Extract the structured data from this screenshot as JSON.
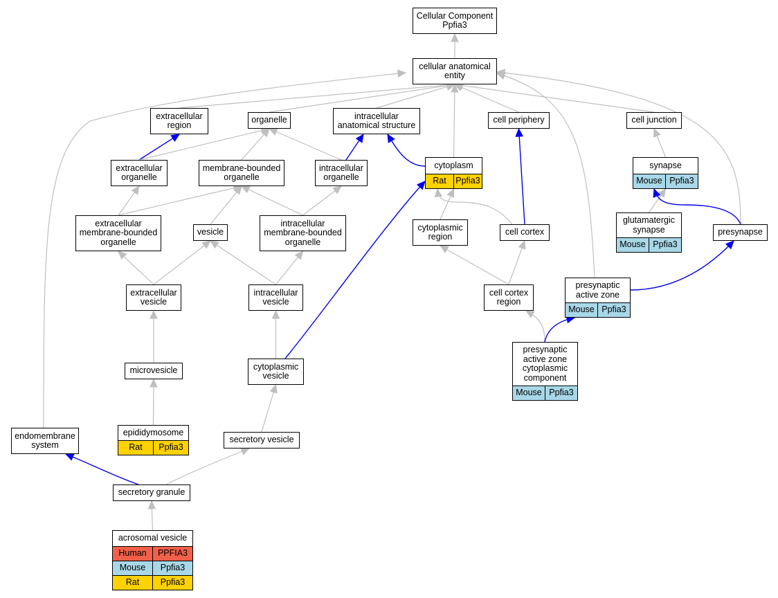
{
  "colors": {
    "gray_edge": "#bfbfbf",
    "blue_edge": "#0000ee",
    "Human": "#f0604a",
    "Mouse": "#a8d8e8",
    "Rat": "#ffd200"
  },
  "nodes": [
    {
      "id": "cc",
      "label": "Cellular Component\nPpfia3"
    },
    {
      "id": "cae",
      "label": "cellular anatomical\nentity"
    },
    {
      "id": "er",
      "label": "extracellular\nregion"
    },
    {
      "id": "org",
      "label": "organelle"
    },
    {
      "id": "ias",
      "label": "intracellular\nanatomical structure"
    },
    {
      "id": "cp",
      "label": "cell periphery"
    },
    {
      "id": "cj",
      "label": "cell junction"
    },
    {
      "id": "eo",
      "label": "extracellular\norganelle"
    },
    {
      "id": "mbo",
      "label": "membrane-bounded\norganelle"
    },
    {
      "id": "io",
      "label": "intracellular\norganelle"
    },
    {
      "id": "cyt",
      "label": "cytoplasm",
      "rows": [
        {
          "species": "Rat",
          "gene": "Ppfia3"
        }
      ]
    },
    {
      "id": "syn",
      "label": "synapse",
      "rows": [
        {
          "species": "Mouse",
          "gene": "Ppfia3"
        }
      ]
    },
    {
      "id": "embo",
      "label": "extracellular\nmembrane-bounded\norganelle"
    },
    {
      "id": "ves",
      "label": "vesicle"
    },
    {
      "id": "imbo",
      "label": "intracellular\nmembrane-bounded\norganelle"
    },
    {
      "id": "cr",
      "label": "cytoplasmic\nregion"
    },
    {
      "id": "cco",
      "label": "cell cortex"
    },
    {
      "id": "gs",
      "label": "glutamatergic\nsynapse",
      "rows": [
        {
          "species": "Mouse",
          "gene": "Ppfia3"
        }
      ]
    },
    {
      "id": "pre",
      "label": "presynapse"
    },
    {
      "id": "ev",
      "label": "extracellular\nvesicle"
    },
    {
      "id": "iv",
      "label": "intracellular\nvesicle"
    },
    {
      "id": "ccr",
      "label": "cell cortex\nregion"
    },
    {
      "id": "paz",
      "label": "presynaptic\nactive zone",
      "rows": [
        {
          "species": "Mouse",
          "gene": "Ppfia3"
        }
      ]
    },
    {
      "id": "mv",
      "label": "microvesicle"
    },
    {
      "id": "cv",
      "label": "cytoplasmic\nvesicle"
    },
    {
      "id": "pazcc",
      "label": "presynaptic\nactive zone\ncytoplasmic\ncomponent",
      "rows": [
        {
          "species": "Mouse",
          "gene": "Ppfia3"
        }
      ]
    },
    {
      "id": "epi",
      "label": "epididymosome",
      "rows": [
        {
          "species": "Rat",
          "gene": "Ppfia3"
        }
      ]
    },
    {
      "id": "ems",
      "label": "endomembrane\nsystem"
    },
    {
      "id": "sv",
      "label": "secretory vesicle"
    },
    {
      "id": "sg",
      "label": "secretory granule"
    },
    {
      "id": "acr",
      "label": "acrosomal vesicle",
      "rows": [
        {
          "species": "Human",
          "gene": "PPFIA3"
        },
        {
          "species": "Mouse",
          "gene": "Ppfia3"
        },
        {
          "species": "Rat",
          "gene": "Ppfia3"
        }
      ]
    }
  ],
  "edges": [
    {
      "from": "cae",
      "to": "cc",
      "color": "gray"
    },
    {
      "from": "er",
      "to": "cae",
      "color": "gray"
    },
    {
      "from": "org",
      "to": "cae",
      "color": "gray"
    },
    {
      "from": "ias",
      "to": "cae",
      "color": "gray"
    },
    {
      "from": "cp",
      "to": "cae",
      "color": "gray"
    },
    {
      "from": "cj",
      "to": "cae",
      "color": "gray"
    },
    {
      "from": "cyt",
      "to": "cae",
      "color": "gray"
    },
    {
      "from": "ems",
      "to": "cae",
      "color": "gray"
    },
    {
      "from": "paz",
      "to": "cae",
      "color": "gray"
    },
    {
      "from": "pre",
      "to": "cae",
      "color": "gray"
    },
    {
      "from": "eo",
      "to": "er",
      "color": "blue"
    },
    {
      "from": "eo",
      "to": "org",
      "color": "gray"
    },
    {
      "from": "mbo",
      "to": "org",
      "color": "gray"
    },
    {
      "from": "io",
      "to": "org",
      "color": "gray"
    },
    {
      "from": "io",
      "to": "ias",
      "color": "blue"
    },
    {
      "from": "cyt",
      "to": "ias",
      "color": "blue"
    },
    {
      "from": "cco",
      "to": "cp",
      "color": "blue"
    },
    {
      "from": "syn",
      "to": "cj",
      "color": "gray"
    },
    {
      "from": "embo",
      "to": "eo",
      "color": "gray"
    },
    {
      "from": "embo",
      "to": "mbo",
      "color": "gray"
    },
    {
      "from": "ves",
      "to": "mbo",
      "color": "gray"
    },
    {
      "from": "imbo",
      "to": "mbo",
      "color": "gray"
    },
    {
      "from": "imbo",
      "to": "io",
      "color": "gray"
    },
    {
      "from": "cr",
      "to": "cyt",
      "color": "gray"
    },
    {
      "from": "cco",
      "to": "cyt",
      "color": "gray"
    },
    {
      "from": "cv",
      "to": "cyt",
      "color": "blue"
    },
    {
      "from": "gs",
      "to": "syn",
      "color": "gray"
    },
    {
      "from": "pre",
      "to": "syn",
      "color": "blue"
    },
    {
      "from": "ev",
      "to": "embo",
      "color": "gray"
    },
    {
      "from": "ev",
      "to": "ves",
      "color": "gray"
    },
    {
      "from": "iv",
      "to": "ves",
      "color": "gray"
    },
    {
      "from": "iv",
      "to": "imbo",
      "color": "gray"
    },
    {
      "from": "ccr",
      "to": "cr",
      "color": "gray"
    },
    {
      "from": "ccr",
      "to": "cco",
      "color": "gray"
    },
    {
      "from": "paz",
      "to": "pre",
      "color": "blue"
    },
    {
      "from": "mv",
      "to": "ev",
      "color": "gray"
    },
    {
      "from": "cv",
      "to": "iv",
      "color": "gray"
    },
    {
      "from": "pazcc",
      "to": "ccr",
      "color": "gray"
    },
    {
      "from": "pazcc",
      "to": "paz",
      "color": "blue"
    },
    {
      "from": "epi",
      "to": "mv",
      "color": "gray"
    },
    {
      "from": "sv",
      "to": "cv",
      "color": "gray"
    },
    {
      "from": "sg",
      "to": "ems",
      "color": "blue"
    },
    {
      "from": "sg",
      "to": "sv",
      "color": "gray"
    },
    {
      "from": "acr",
      "to": "sg",
      "color": "gray"
    }
  ]
}
